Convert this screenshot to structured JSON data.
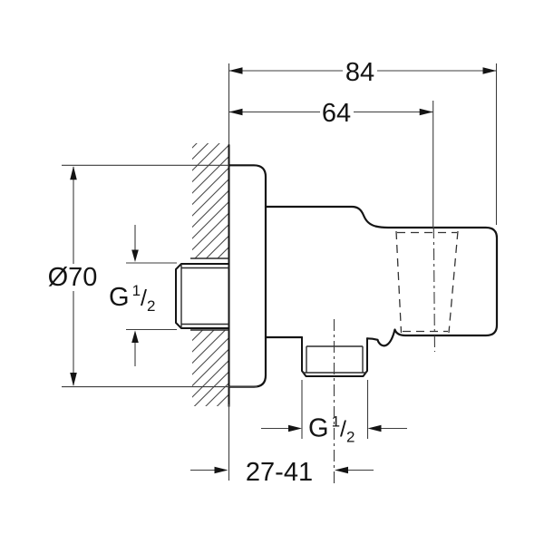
{
  "drawing": {
    "background_color": "#ffffff",
    "line_color": "#141414",
    "labels": {
      "total_depth": "84",
      "holder_center_depth": "64",
      "flange_diameter": "Ø70",
      "offset_range": "27-41",
      "inlet_thread": {
        "letter": "G",
        "numerator": "1",
        "slash": "/",
        "denominator": "2"
      },
      "outlet_thread": {
        "letter": "G",
        "numerator": "1",
        "slash": "/",
        "denominator": "2"
      }
    }
  }
}
